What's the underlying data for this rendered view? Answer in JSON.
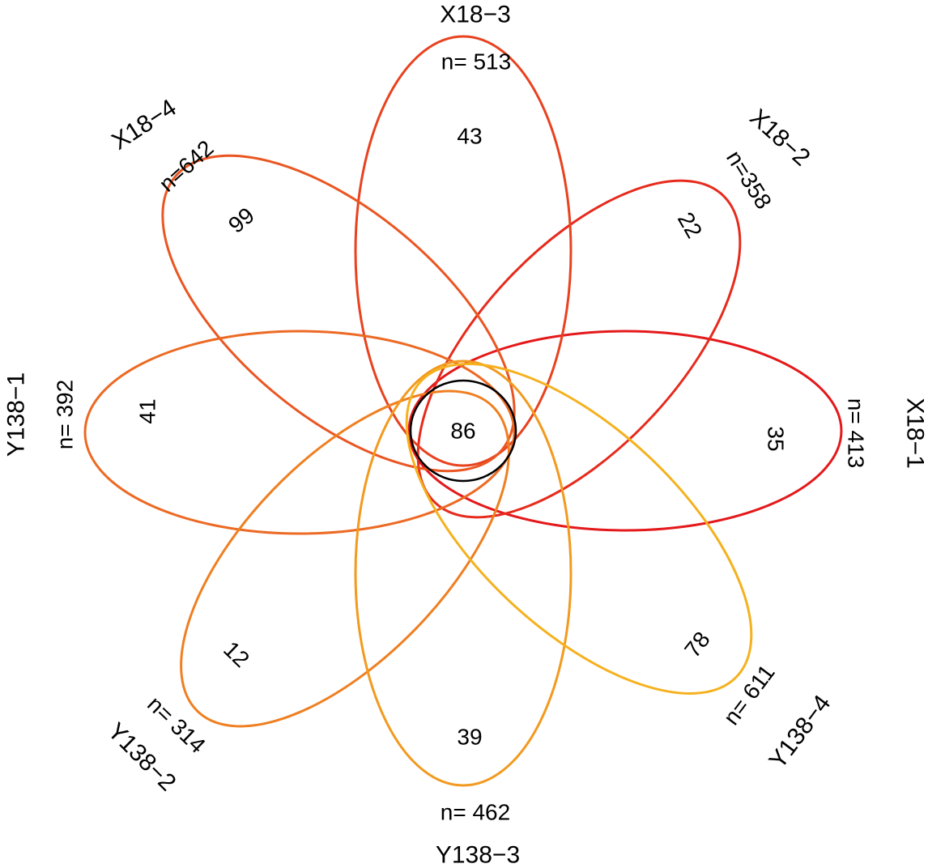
{
  "chart_data": {
    "type": "venn-flower",
    "core": {
      "value": "86",
      "color": "#000000"
    },
    "sets": [
      {
        "name": "X18−1",
        "n": "n= 413",
        "unique": "35",
        "color": "#e4191b"
      },
      {
        "name": "X18−2",
        "n": "n=358",
        "unique": "22",
        "color": "#e62b1d"
      },
      {
        "name": "X18−3",
        "n": "n= 513",
        "unique": "43",
        "color": "#e8421f"
      },
      {
        "name": "X18−4",
        "n": "n=642",
        "unique": "99",
        "color": "#ea5622"
      },
      {
        "name": "Y138−1",
        "n": "n= 392",
        "unique": "41",
        "color": "#ec6a24"
      },
      {
        "name": "Y138−2",
        "n": "n= 314",
        "unique": "12",
        "color": "#ef7f21"
      },
      {
        "name": "Y138−3",
        "n": "n= 462",
        "unique": "39",
        "color": "#f29a1f"
      },
      {
        "name": "Y138−4",
        "n": "n= 611",
        "unique": "78",
        "color": "#f5b11e"
      }
    ]
  }
}
